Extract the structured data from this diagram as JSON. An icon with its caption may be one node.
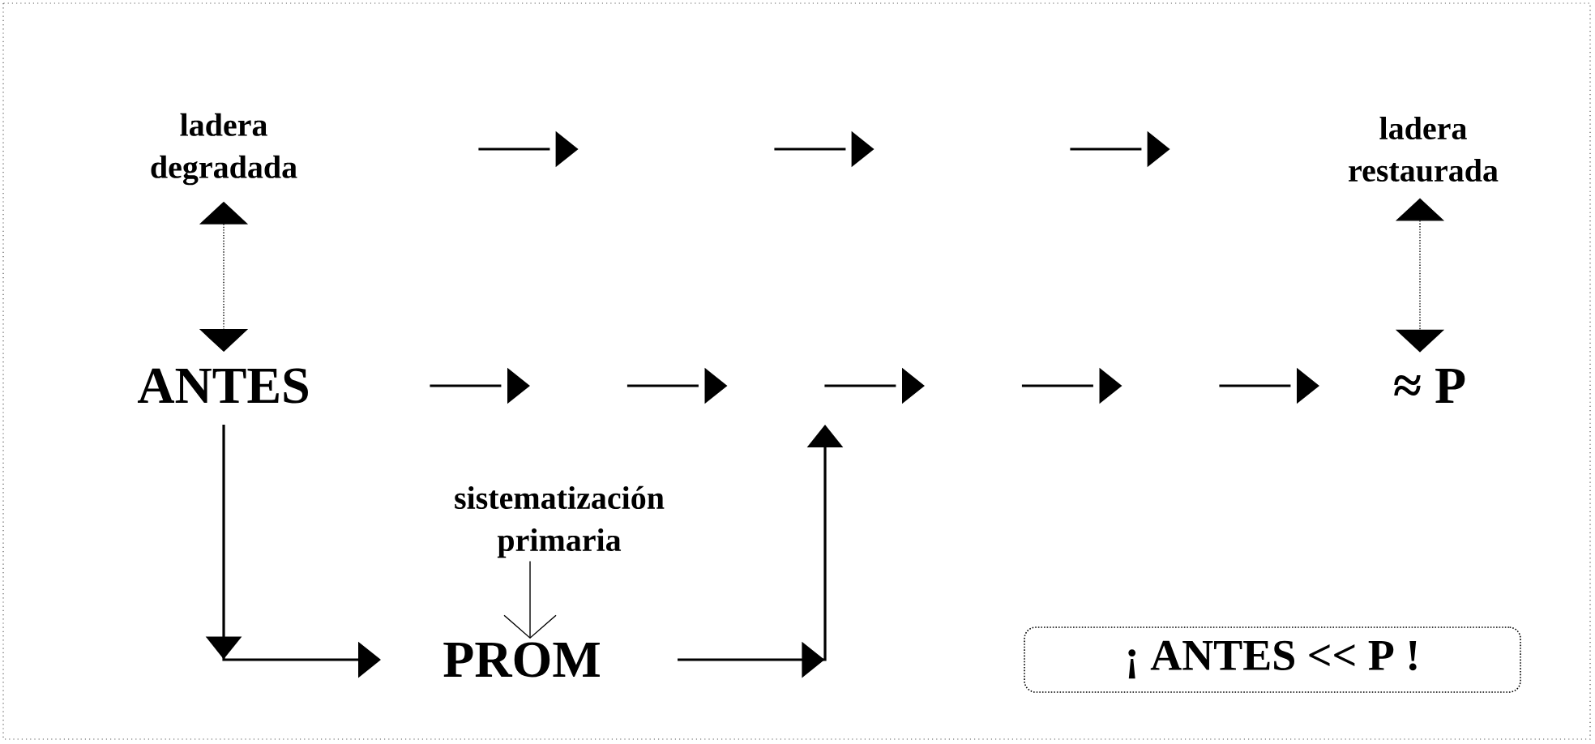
{
  "diagram": {
    "nodes": [
      {
        "text": [
          "ladera degradada"
        ]
      },
      {
        "text": [
          "ANTES"
        ]
      },
      {
        "text": [
          "sistematización primaria"
        ]
      },
      {
        "text": [
          "PROM"
        ]
      },
      {
        "text": [
          "ladera restaurada"
        ]
      },
      {
        "text": [
          "≈ P"
        ]
      },
      {
        "text": [
          "¡ ANTES << P !"
        ]
      }
    ],
    "edges": [
      {
        "from": 0,
        "to": 1,
        "arrow": "both",
        "style": "dashed"
      },
      {
        "from": 4,
        "to": 5,
        "arrow": "both",
        "style": "dashed"
      },
      {
        "from": 0,
        "to": 4,
        "arrow": "to",
        "style": "dashed"
      },
      {
        "from": 1,
        "to": 5,
        "arrow": "to",
        "style": "dashed"
      },
      {
        "from": 1,
        "to": 3,
        "arrow": "to"
      },
      {
        "from": 3,
        "to": null,
        "arrow": "to"
      },
      {
        "from": 2,
        "to": 3,
        "arrow": "to"
      }
    ]
  }
}
